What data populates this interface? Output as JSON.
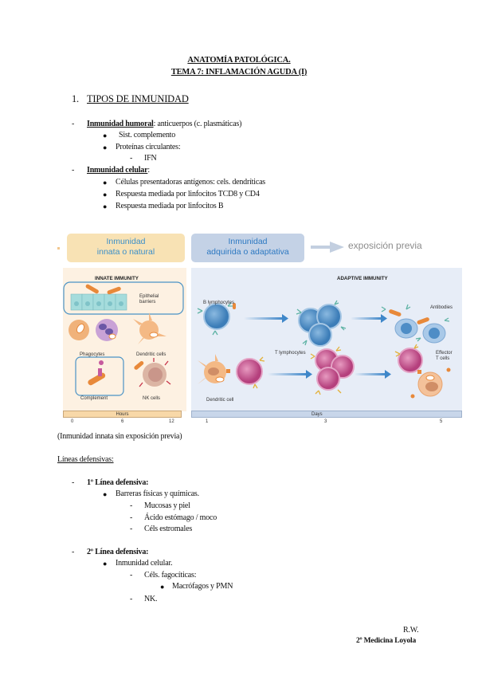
{
  "header": {
    "line1": "ANATOMÍA PATOLÓGICA.",
    "line2": "TEMA 7: INFLAMACIÓN AGUDA (I)"
  },
  "section1": {
    "number": "1.",
    "title": "TIPOS DE INMUNIDAD",
    "items": [
      {
        "bullet": "-",
        "label": "Inmunidad humoral",
        "text": ": anticuerpos (c. plasmáticas)",
        "sub": [
          {
            "bullet": "●",
            "text": "Sist. complemento"
          },
          {
            "bullet": "●",
            "text": "Proteínas circulantes:",
            "sub": [
              {
                "bullet": "-",
                "text": "IFN"
              }
            ]
          }
        ]
      },
      {
        "bullet": "-",
        "label": "Inmunidad celular",
        "text": ":",
        "sub": [
          {
            "bullet": "●",
            "text": "Células presentadoras antígenos: cels. dendríticas"
          },
          {
            "bullet": "●",
            "text": "Respuesta mediada por linfocitos TCD8 y CD4"
          },
          {
            "bullet": "●",
            "text": "Respuesta mediada por linfocitos B"
          }
        ]
      }
    ]
  },
  "figure": {
    "innate_header": [
      "Inmunidad",
      "innata o natural"
    ],
    "adaptive_header": [
      "Inmunidad",
      "adquirida o adaptativa"
    ],
    "arrow_label": "exposición previa",
    "innate_title": "INNATE IMMUNITY",
    "adaptive_title": "ADAPTIVE IMMUNITY",
    "labels": {
      "epithelial": [
        "Epithelial",
        "barriers"
      ],
      "phagocytes": "Phagocytes",
      "dendritic_cells": "Dendritic cells",
      "complement": "Complement",
      "nk_cells": "NK cells",
      "b_lymphocytes": "B lymphocytes",
      "antibodies": "Antibodies",
      "t_lymphocytes": "T lymphocytes",
      "effector": [
        "Effector",
        "T cells"
      ],
      "dendritic_cell": "Dendritic cell"
    },
    "hours_axis": {
      "label": "Hours",
      "ticks": [
        "0",
        "6",
        "12"
      ]
    },
    "days_axis": {
      "label": "Days",
      "ticks": [
        "1",
        "3",
        "5"
      ]
    },
    "colors": {
      "innate_header_bg": "#f8e2b4",
      "innate_header_text": "#3b8fc9",
      "adaptive_header_bg": "#c4d2e6",
      "adaptive_header_text": "#2d79c2",
      "innate_panel_bg": "#fdf1e2",
      "adaptive_panel_bg": "#e7edf7",
      "hours_bar": "#f8d8a8",
      "days_bar": "#c8d6ea"
    }
  },
  "caption": "(Inmunidad innata sin exposición previa)",
  "section2": {
    "title": "Líneas defensivas:",
    "lines": [
      {
        "bullet": "-",
        "label": "1º Línea defensiva:",
        "sub": [
          {
            "bullet": "●",
            "text": "Barreras físicas y químicas.",
            "sub": [
              {
                "bullet": "-",
                "text": "Mucosas y piel"
              },
              {
                "bullet": "-",
                "text": "Ácido estómago / moco"
              },
              {
                "bullet": "-",
                "text": "Céls estromales"
              }
            ]
          }
        ]
      },
      {
        "bullet": "-",
        "label": "2º Línea defensiva:",
        "sub": [
          {
            "bullet": "●",
            "text": "Inmunidad celular.",
            "sub": [
              {
                "bullet": "-",
                "text": "Céls. fagocíticas:",
                "sub": [
                  {
                    "bullet": "●",
                    "text": "Macrófagos y PMN"
                  }
                ]
              },
              {
                "bullet": "-",
                "text": "NK."
              }
            ]
          }
        ]
      }
    ]
  },
  "footer": {
    "author": "R.W.",
    "course": "2º Medicina Loyola"
  }
}
